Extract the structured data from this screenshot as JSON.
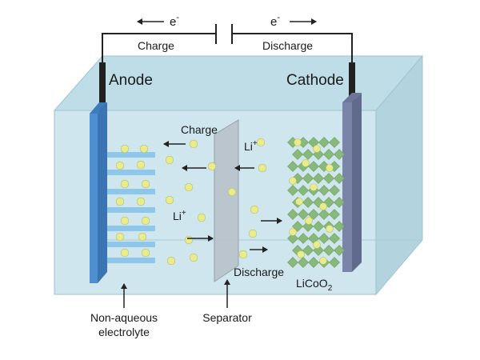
{
  "labels": {
    "electron_left": "e",
    "electron_right": "e",
    "electron_sup": "-",
    "charge_top": "Charge",
    "discharge_top": "Discharge",
    "anode": "Anode",
    "cathode": "Cathode",
    "charge_mid": "Charge",
    "li_ion_top": "Li",
    "li_ion_mid": "Li",
    "li_sup": "+",
    "discharge_mid": "Discharge",
    "licoo2_main": "LiCoO",
    "licoo2_sub": "2",
    "electrolyte_line1": "Non-aqueous",
    "electrolyte_line2": "electrolyte",
    "separator": "Separator"
  },
  "colors": {
    "liquid_front": "#cfe6ee",
    "liquid_top": "#bfdde6",
    "liquid_side": "#b3d4de",
    "anode": "#4d8fd0",
    "cathode": "#7a84a8",
    "separator": "#b9c3cc",
    "li_ion": "#e9ec8c",
    "graphite": "#8fc7ea",
    "licoo2_crystal": "#88b87a",
    "wire": "#222222"
  }
}
